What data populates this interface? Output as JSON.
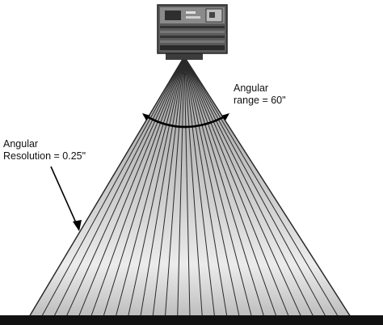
{
  "labels": {
    "angular_range_line1": "Angular",
    "angular_range_line2": "range = 60\"",
    "angular_resolution_line1": "Angular",
    "angular_resolution_line2": "Resolution = 0.25\""
  },
  "scanner": {
    "angular_range_deg": 60,
    "angular_resolution_deg": 0.25
  },
  "colors": {
    "background": "#ffffff",
    "beam_light": "#d8d8d8",
    "beam_dark": "#3a3a3a",
    "ground": "#111111",
    "device": "#4a4a4a"
  }
}
